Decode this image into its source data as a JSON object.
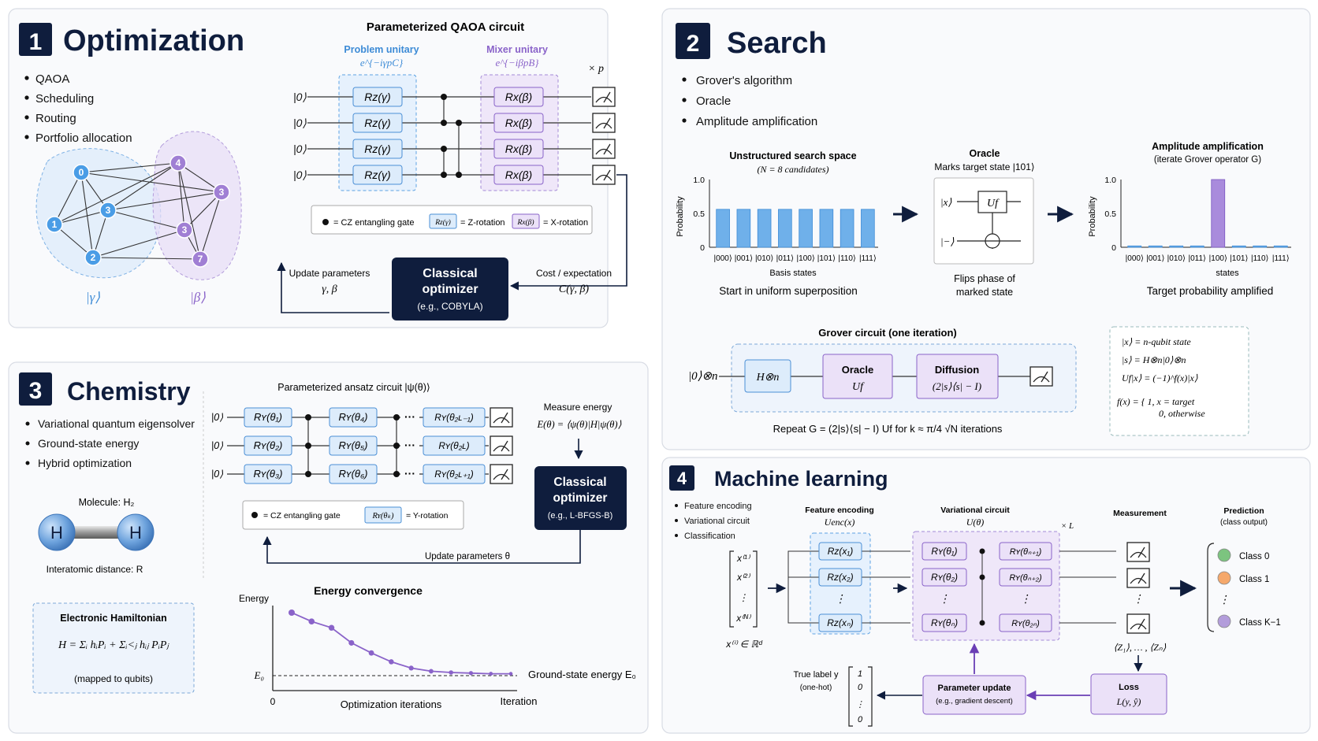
{
  "panels": {
    "optimization": {
      "number": "1",
      "title": "Optimization",
      "bullets": [
        "QAOA",
        "Scheduling",
        "Routing",
        "Portfolio allocation"
      ],
      "graph": {
        "nodes_gamma": [
          "0",
          "3",
          "1",
          "2"
        ],
        "nodes_beta": [
          "4",
          "3",
          "3",
          "7"
        ],
        "label_gamma": "|γ⟩",
        "label_beta": "|β⟩"
      },
      "circuit": {
        "title": "Parameterized QAOA circuit",
        "problem_label": "Problem unitary",
        "problem_formula": "e^{−iγpC}",
        "mixer_label": "Mixer unitary",
        "mixer_formula": "e^{−iβpB}",
        "repeat": "× p",
        "ket": "|0⟩",
        "rz_gate": "Rz(γ)",
        "rx_gate": "Rx(β)",
        "legend": {
          "cz": "= CZ entangling gate",
          "rz_sym": "Rz(γ)",
          "rz": "= Z-rotation",
          "rx_sym": "Rx(β)",
          "rx": "= X-rotation"
        },
        "optimizer": [
          "Classical",
          "optimizer",
          "(e.g., COBYLA)"
        ],
        "update_label": "Update parameters",
        "update_params": "γ, β",
        "cost_label": "Cost / expectation",
        "cost_formula": "C(γ, β)"
      }
    },
    "search": {
      "number": "2",
      "title": "Search",
      "bullets": [
        "Grover's algorithm",
        "Oracle",
        "Amplitude amplification"
      ],
      "chart1_title": "Unstructured search space",
      "chart1_subtitle": "(N = 8 candidates)",
      "chart1_xlabel": "Basis states",
      "chart1_caption": "Start in uniform superposition",
      "oracle_title": "Oracle",
      "oracle_subtitle": "Marks target state |101⟩",
      "oracle_x": "|x⟩",
      "oracle_minus": "|−⟩",
      "oracle_uf": "Uf",
      "oracle_caption1": "Flips phase of",
      "oracle_caption2": "marked state",
      "chart2_title": "Amplitude amplification",
      "chart2_subtitle": "(iterate Grover operator G)",
      "chart2_xlabel": "states",
      "chart2_caption": "Target probability amplified",
      "grover_title": "Grover circuit (one iteration)",
      "grover_input": "|0⟩⊗n",
      "grover_h": "H⊗n",
      "grover_oracle": [
        "Oracle",
        "Uf"
      ],
      "grover_diffusion": [
        "Diffusion",
        "(2|s⟩⟨s| − I)"
      ],
      "grover_repeat": "Repeat G = (2|s⟩⟨s| − I) Uf for k ≈ π/4 √N iterations",
      "definitions": [
        "|x⟩  = n-qubit state",
        "|s⟩  = H⊗n|0⟩⊗n",
        "Uf|x⟩ = (−1)^f(x)|x⟩",
        "f(x) = { 1,  x = target",
        "0,  otherwise"
      ]
    },
    "chemistry": {
      "number": "3",
      "title": "Chemistry",
      "bullets": [
        "Variational quantum eigensolver",
        "Ground-state energy",
        "Hybrid optimization"
      ],
      "molecule_label": "Molecule: H₂",
      "atom": "H",
      "distance_label": "Interatomic distance: R",
      "hamiltonian_title": "Electronic Hamiltonian",
      "hamiltonian_formula": "H = Σᵢ hᵢPᵢ + Σᵢ<ⱼ hᵢⱼ PᵢPⱼ",
      "hamiltonian_note": "(mapped to qubits)",
      "circuit_title": "Parameterized ansatz circuit |ψ(θ)⟩",
      "ket": "|0⟩",
      "gates": [
        [
          "Rʏ(θ₁)",
          "Rʏ(θ₄)",
          "Rʏ(θ₂ʟ₋₁)"
        ],
        [
          "Rʏ(θ₂)",
          "Rʏ(θ₅)",
          "Rʏ(θ₂ʟ)"
        ],
        [
          "Rʏ(θ₃)",
          "Rʏ(θ₆)",
          "Rʏ(θ₂ʟ₊₁)"
        ]
      ],
      "dots": "···",
      "legend_cz": "= CZ entangling gate",
      "legend_ry_sym": "Rʏ(θₖ)",
      "legend_ry": "= Y-rotation",
      "measure_label": "Measure energy",
      "measure_formula": "E(θ) = ⟨ψ(θ)|H|ψ(θ)⟩",
      "optimizer": [
        "Classical",
        "optimizer",
        "(e.g., L-BFGS-B)"
      ],
      "update_label": "Update parameters θ",
      "energy_chart": {
        "title": "Energy convergence",
        "ylabel": "Energy",
        "xlabel": "Optimization iterations",
        "x_end": "Iteration",
        "x_zero": "0",
        "e0": "E₀",
        "ground_label": "Ground-state energy E₀"
      }
    },
    "ml": {
      "number": "4",
      "title": "Machine learning",
      "bullets": [
        "Feature encoding",
        "Variational circuit",
        "Classification"
      ],
      "feature_title": "Feature encoding",
      "feature_formula": "Uenc(x)",
      "variational_title": "Variational circuit",
      "variational_formula": "U(θ)",
      "repeat": "× L",
      "measurement_title": "Measurement",
      "prediction_title": "Prediction",
      "prediction_subtitle": "(class output)",
      "inputs": [
        "x⁽¹⁾",
        "x⁽²⁾",
        "⋮",
        "x⁽ᴺ⁾"
      ],
      "input_domain": "x⁽ⁱ⁾ ∈ ℝᵈ",
      "enc_gates": [
        "Rz(x₁)",
        "Rz(x₂)",
        "Rz(xₙ)"
      ],
      "var_gates_a": [
        "Rʏ(θ₁)",
        "Rʏ(θ₂)",
        "Rʏ(θₙ)"
      ],
      "var_gates_b": [
        "Rʏ(θₙ₊₁)",
        "Rʏ(θₙ₊₂)",
        "Rʏ(θ₂ₙ)"
      ],
      "vdots": "⋮",
      "expectations": "⟨Z₁⟩, … , ⟨Zₙ⟩",
      "classes": [
        "Class 0",
        "Class 1",
        "Class K−1"
      ],
      "class_colors": [
        "#7cc47f",
        "#f5a86b",
        "#b39ddb"
      ],
      "true_label": "True label y",
      "one_hot": "(one-hot)",
      "one_hot_vector": [
        "1",
        "0",
        "⋮",
        "0"
      ],
      "param_update": [
        "Parameter update",
        "(e.g., gradient descent)"
      ],
      "loss": [
        "Loss",
        "L(y, ŷ)"
      ]
    }
  },
  "chart_data": [
    {
      "type": "bar",
      "title": "Unstructured search space",
      "subtitle": "(N = 8 candidates)",
      "ylabel": "Probability",
      "xlabel": "Basis states",
      "categories": [
        "|000⟩",
        "|001⟩",
        "|010⟩",
        "|011⟩",
        "|100⟩",
        "|101⟩",
        "|110⟩",
        "|111⟩"
      ],
      "values": [
        0.56,
        0.56,
        0.56,
        0.56,
        0.56,
        0.56,
        0.56,
        0.56
      ],
      "yticks": [
        "0",
        "0.5",
        "1.0"
      ],
      "ylim": [
        0,
        1.0
      ]
    },
    {
      "type": "bar",
      "title": "Amplitude amplification",
      "subtitle": "(iterate Grover operator G)",
      "ylabel": "Probability",
      "xlabel": "states",
      "categories": [
        "|000⟩",
        "|001⟩",
        "|010⟩",
        "|011⟩",
        "|100⟩",
        "|101⟩",
        "|110⟩",
        "|111⟩"
      ],
      "values": [
        0.02,
        0.02,
        0.02,
        0.02,
        1.0,
        0.02,
        0.02,
        0.02
      ],
      "yticks": [
        "0",
        "0.5",
        "1.0"
      ],
      "ylim": [
        0,
        1.0
      ]
    },
    {
      "type": "line",
      "title": "Energy convergence",
      "ylabel": "Energy",
      "xlabel": "Optimization iterations",
      "x": [
        1,
        2,
        3,
        4,
        5,
        6,
        7,
        8,
        9,
        10,
        11,
        12
      ],
      "values": [
        1.0,
        0.86,
        0.76,
        0.52,
        0.36,
        0.22,
        0.12,
        0.07,
        0.05,
        0.04,
        0.03,
        0.03
      ],
      "baseline": "E₀"
    }
  ]
}
